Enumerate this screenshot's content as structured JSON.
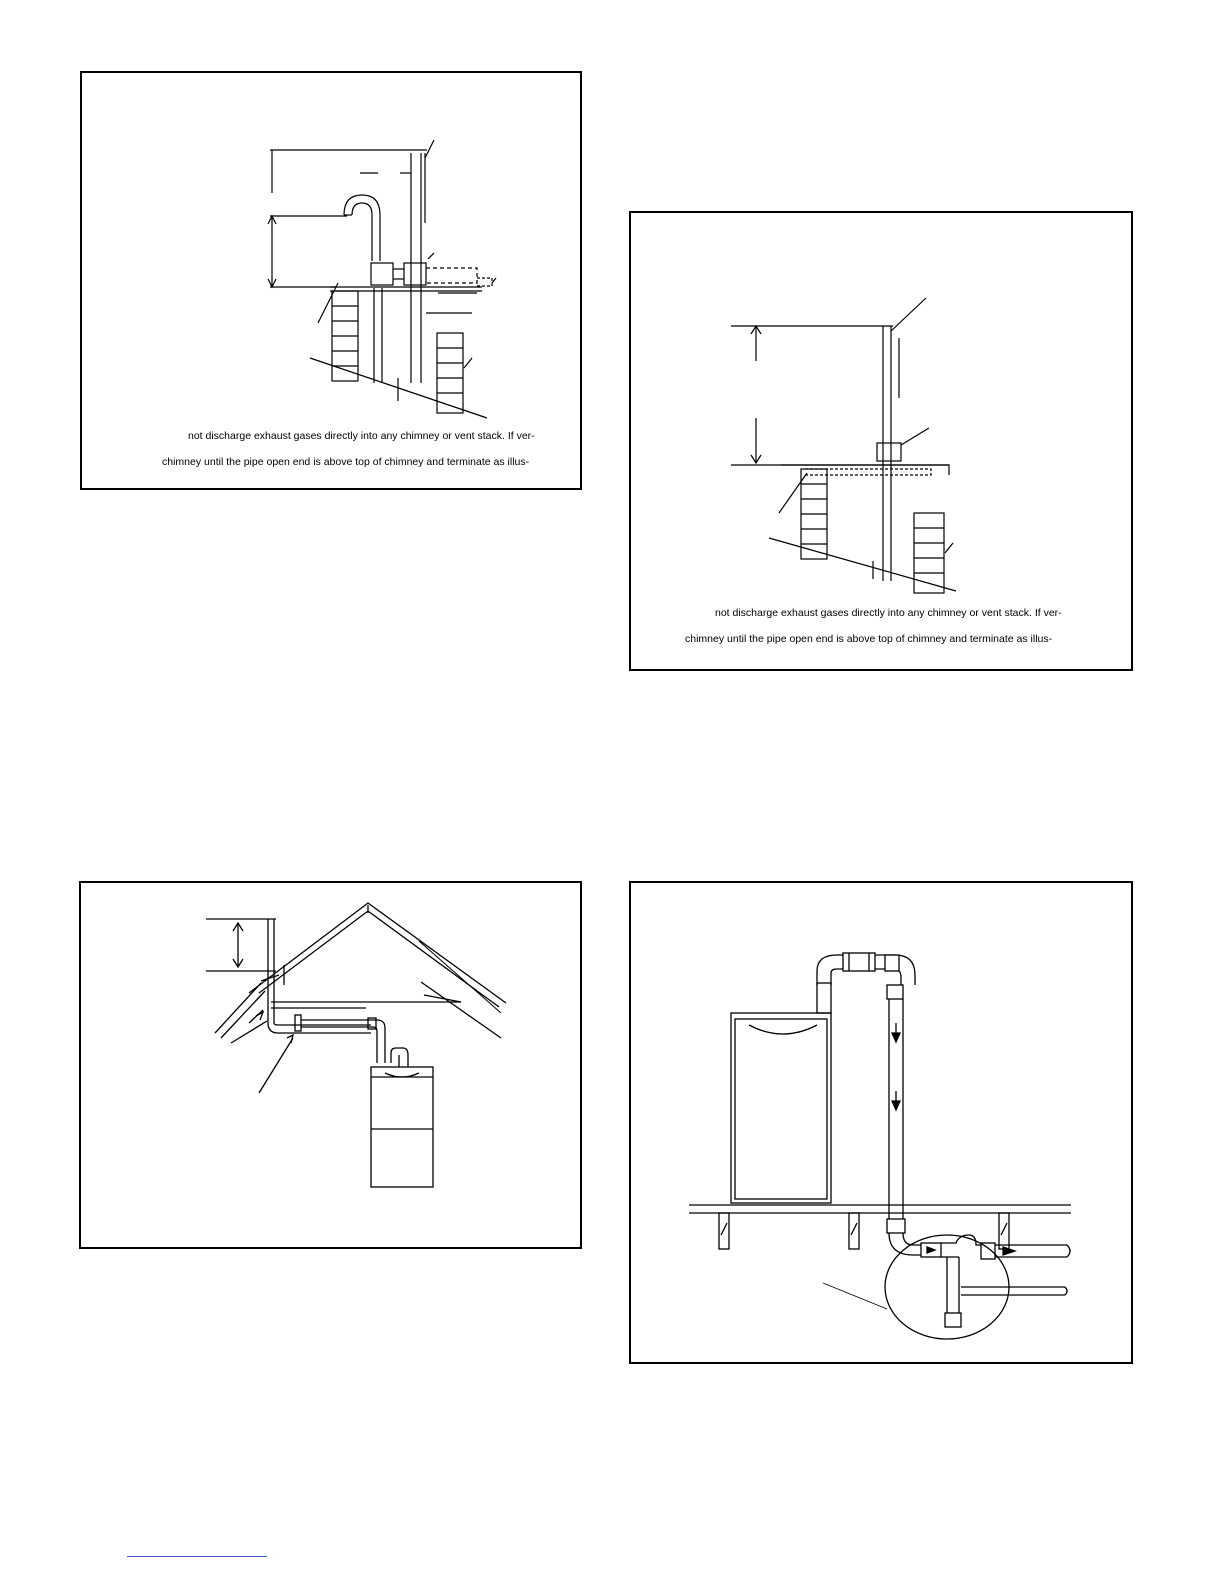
{
  "figures": [
    {
      "id": "chimney-vent-offset",
      "caption_lines": [
        "not discharge exhaust gases directly into any chimney or vent stack. If ver-",
        "chimney until the pipe open end is above top of chimney and terminate as illus-"
      ]
    },
    {
      "id": "chimney-vent-straight",
      "caption_lines": [
        "not discharge exhaust gases directly into any chimney or vent stack. If ver-",
        "chimney until the pipe open end is above top of chimney and terminate as illus-"
      ]
    },
    {
      "id": "attic-roof-vent",
      "caption_lines": []
    },
    {
      "id": "condensate-drain",
      "caption_lines": []
    }
  ]
}
